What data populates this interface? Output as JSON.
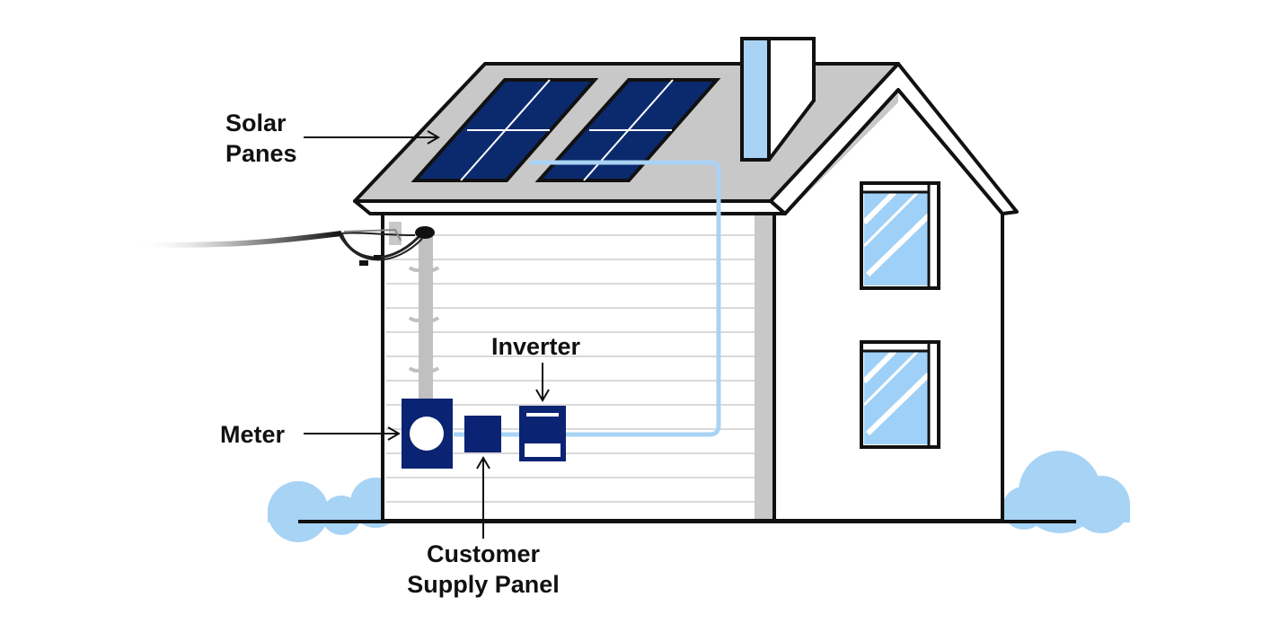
{
  "colors": {
    "roof": "#c8c8c8",
    "outline": "#111111",
    "panel": "#0b2a6e",
    "panel_grid": "#ffffff",
    "equipment": "#0a2372",
    "wire_light_blue": "#a9d3f5",
    "window_glass": "#9fd0f7",
    "bush": "#a7d3f5",
    "wall_shade": "#c8c8c8",
    "siding_line": "#d9d9d9"
  },
  "labels": {
    "solar_panes": {
      "line1": "Solar",
      "line2": "Panes"
    },
    "inverter": "Inverter",
    "meter": "Meter",
    "customer_supply_panel": {
      "line1": "Customer",
      "line2": "Supply Panel"
    }
  },
  "icons": [
    "solar-panel-icon",
    "meter-icon",
    "supply-panel-icon",
    "inverter-icon",
    "chimney-icon",
    "window-icon",
    "bush-icon",
    "service-drop-icon"
  ]
}
